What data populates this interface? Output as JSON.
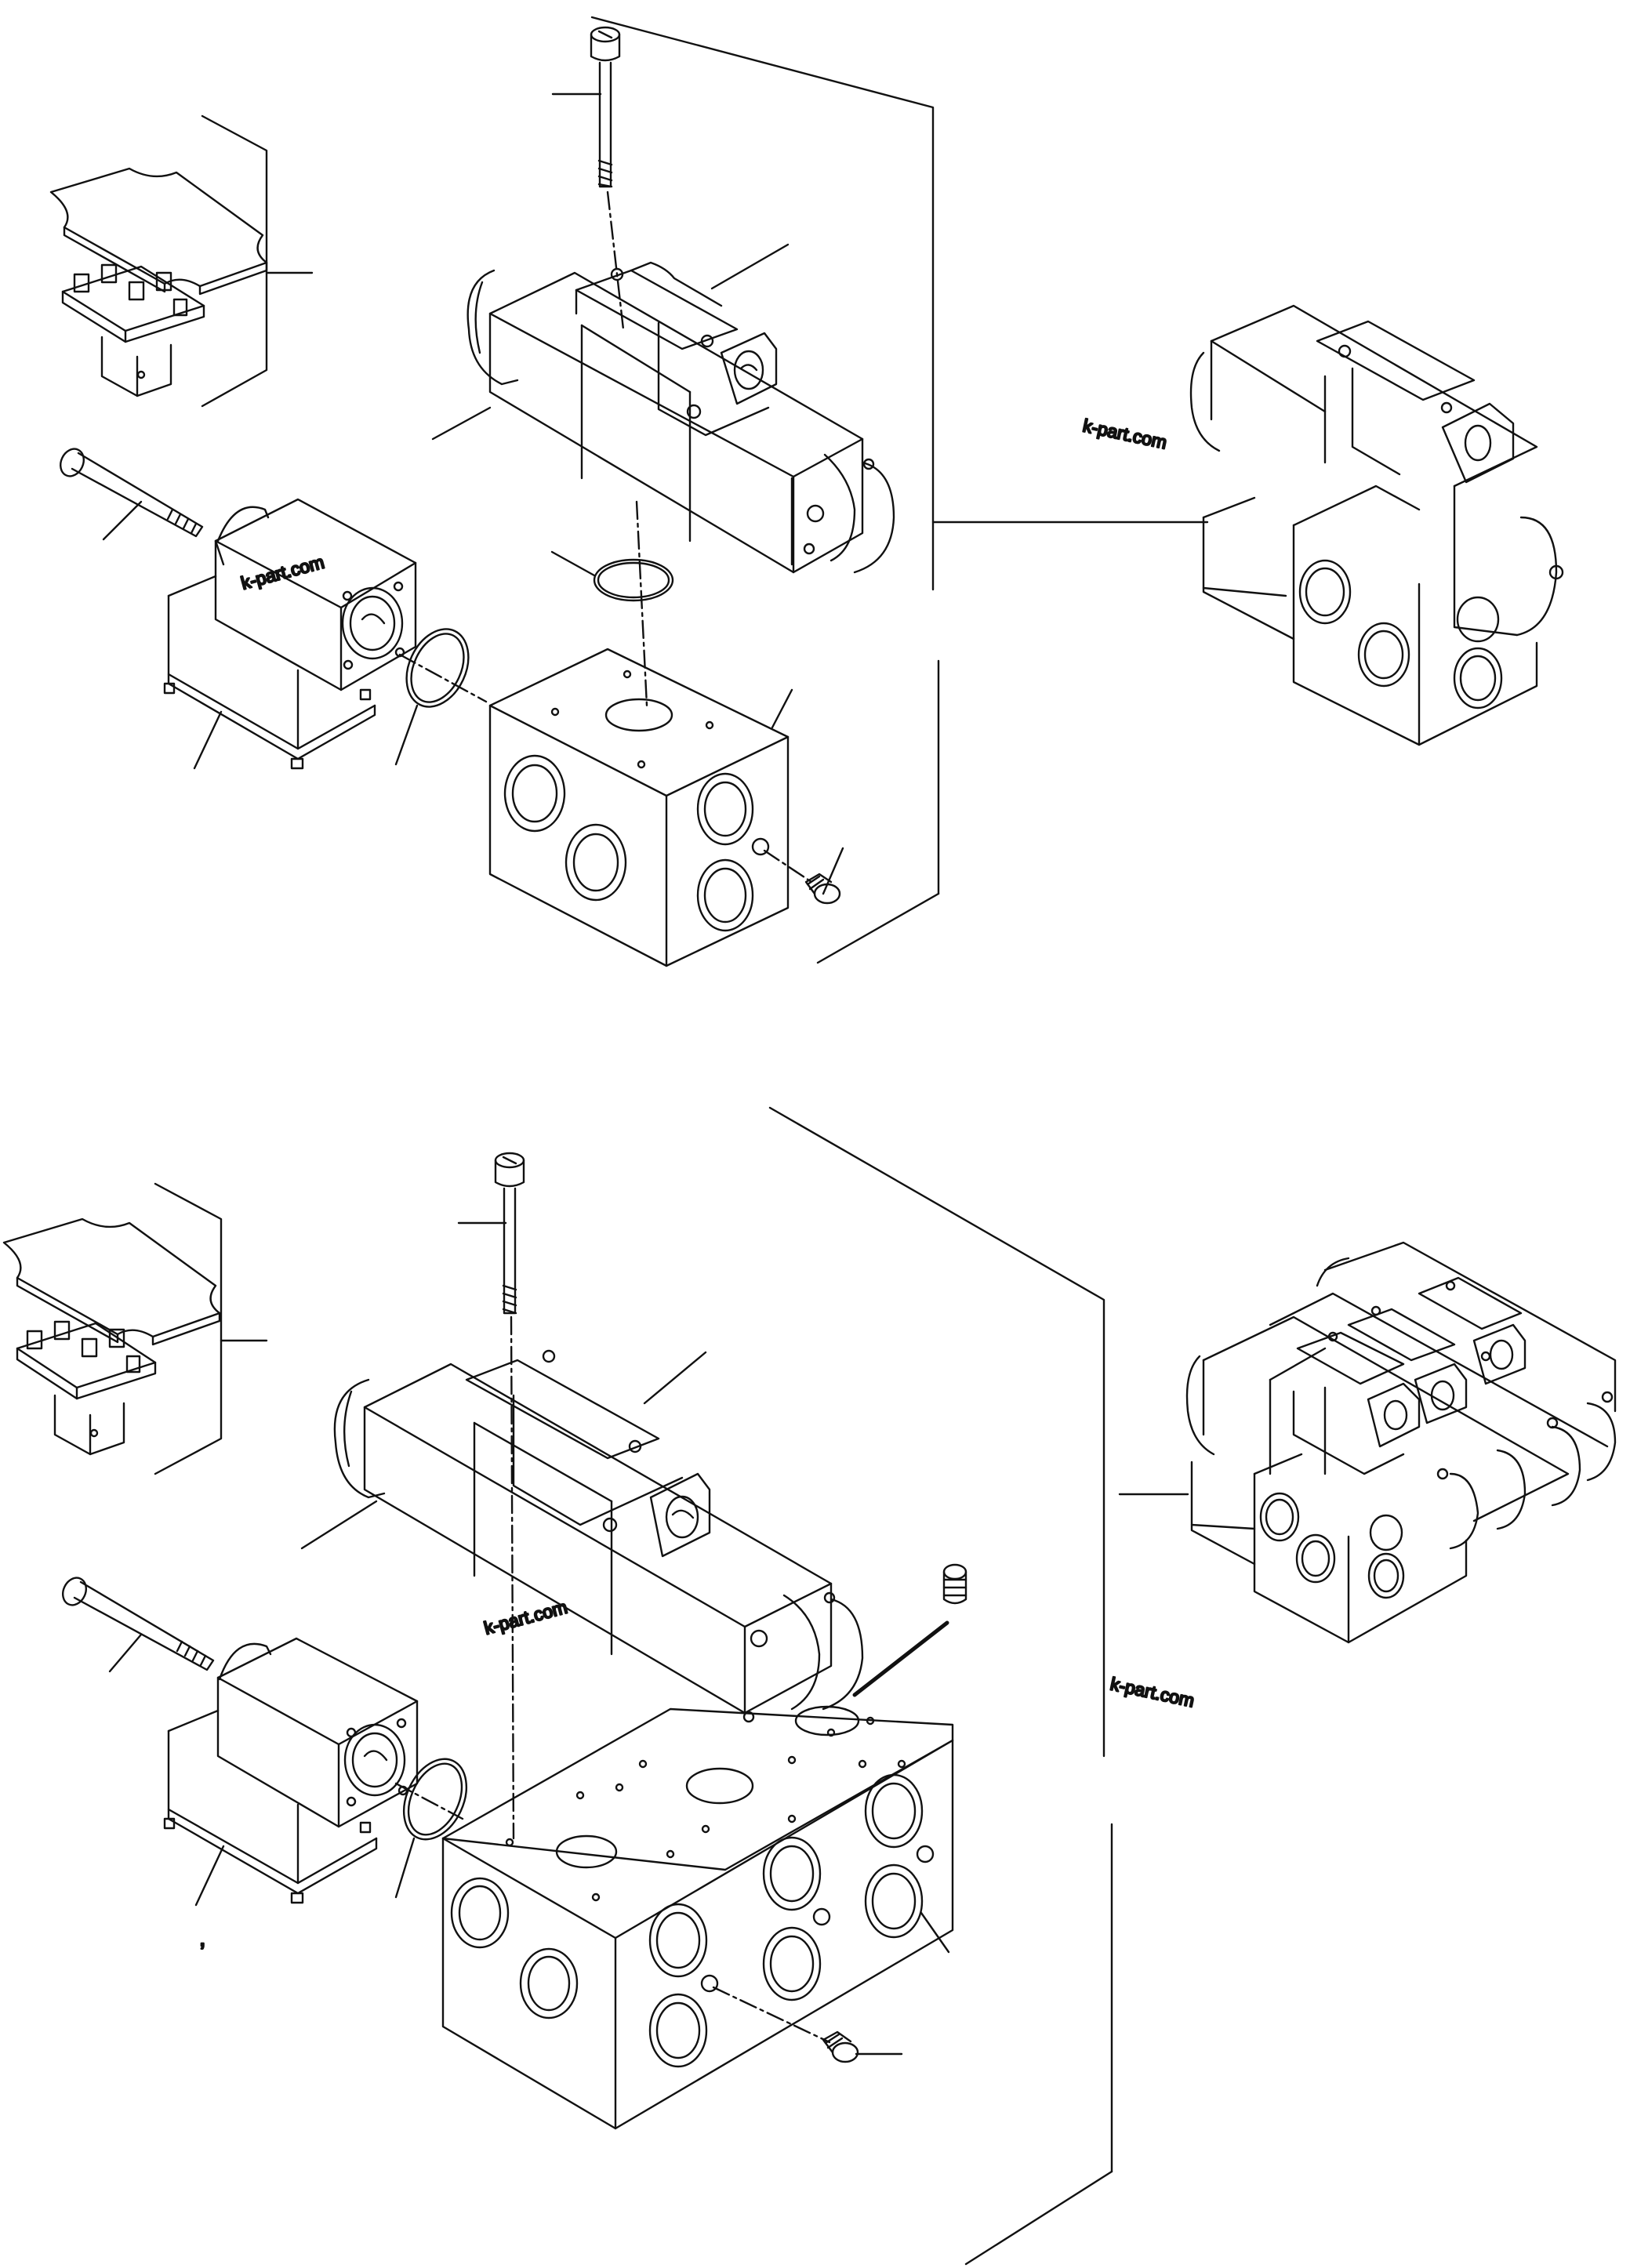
{
  "diagram": {
    "watermark": "k-part.com",
    "stray_mark": ","
  },
  "colors": {
    "line": "#111111",
    "watermark": "#8a8a8a",
    "background": "#ffffff"
  },
  "sections": [
    {
      "id": "upper-assembly",
      "parts": [
        "gasket-plate",
        "terminal-block",
        "socket-head-bolt",
        "solenoid-valve",
        "o-ring",
        "long-bolt",
        "solenoid-coil",
        "coil-o-ring",
        "manifold-block",
        "plug",
        "assembled-view"
      ]
    },
    {
      "id": "lower-assembly",
      "parts": [
        "gasket-plate",
        "terminal-block",
        "socket-head-bolt",
        "solenoid-valve",
        "long-bolt",
        "solenoid-coil",
        "coil-o-ring",
        "manifold-block",
        "plug",
        "plug",
        "assembled-view"
      ]
    }
  ]
}
